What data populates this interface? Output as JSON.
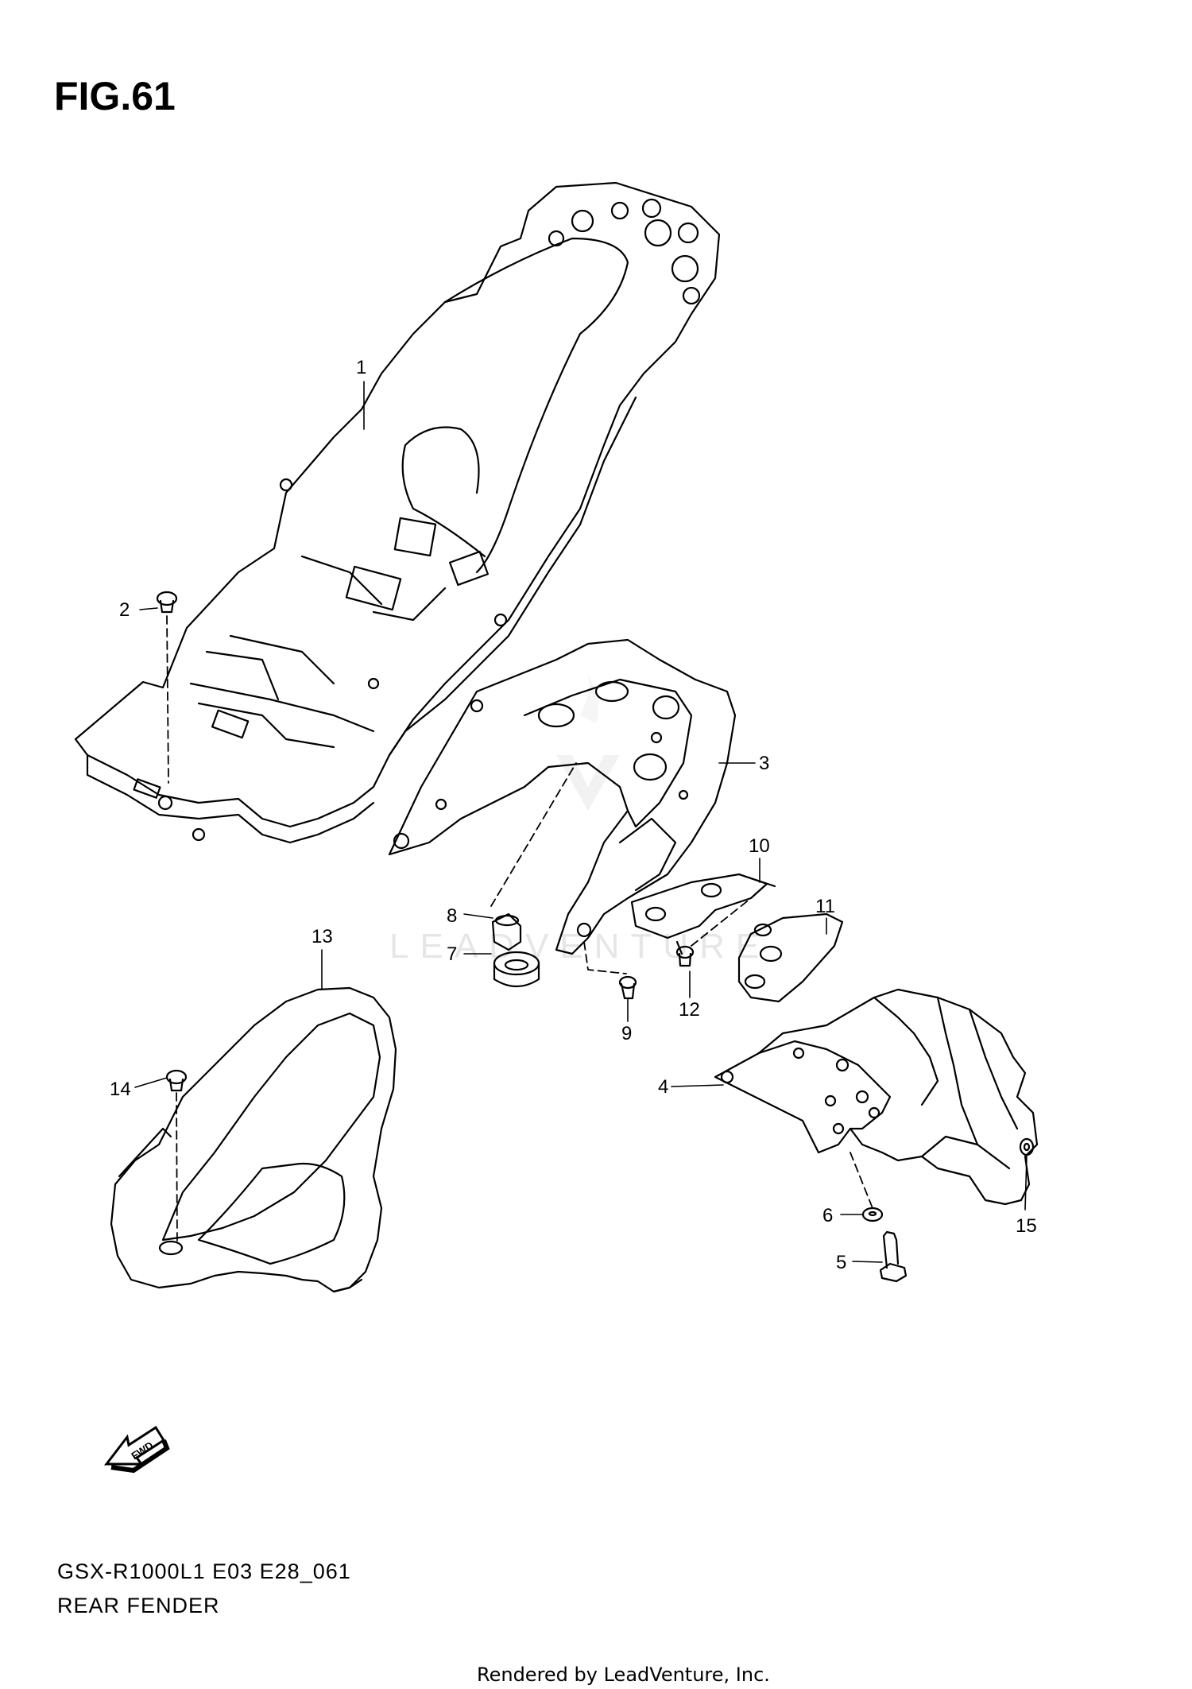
{
  "figure": {
    "title": "FIG.61"
  },
  "footer": {
    "model_code": "GSX-R1000L1 E03 E28_061",
    "section_name": "REAR FENDER",
    "rendered_by": "Rendered by LeadVenture, Inc."
  },
  "watermark": {
    "text": "LEADVENTURE"
  },
  "fwd_arrow": {
    "label": "FWD"
  },
  "callouts": [
    "1",
    "2",
    "3",
    "4",
    "5",
    "6",
    "7",
    "8",
    "9",
    "10",
    "11",
    "12",
    "13",
    "14",
    "15"
  ],
  "colors": {
    "line": "#000000",
    "background": "#ffffff",
    "watermark": "#e6e6e6"
  }
}
